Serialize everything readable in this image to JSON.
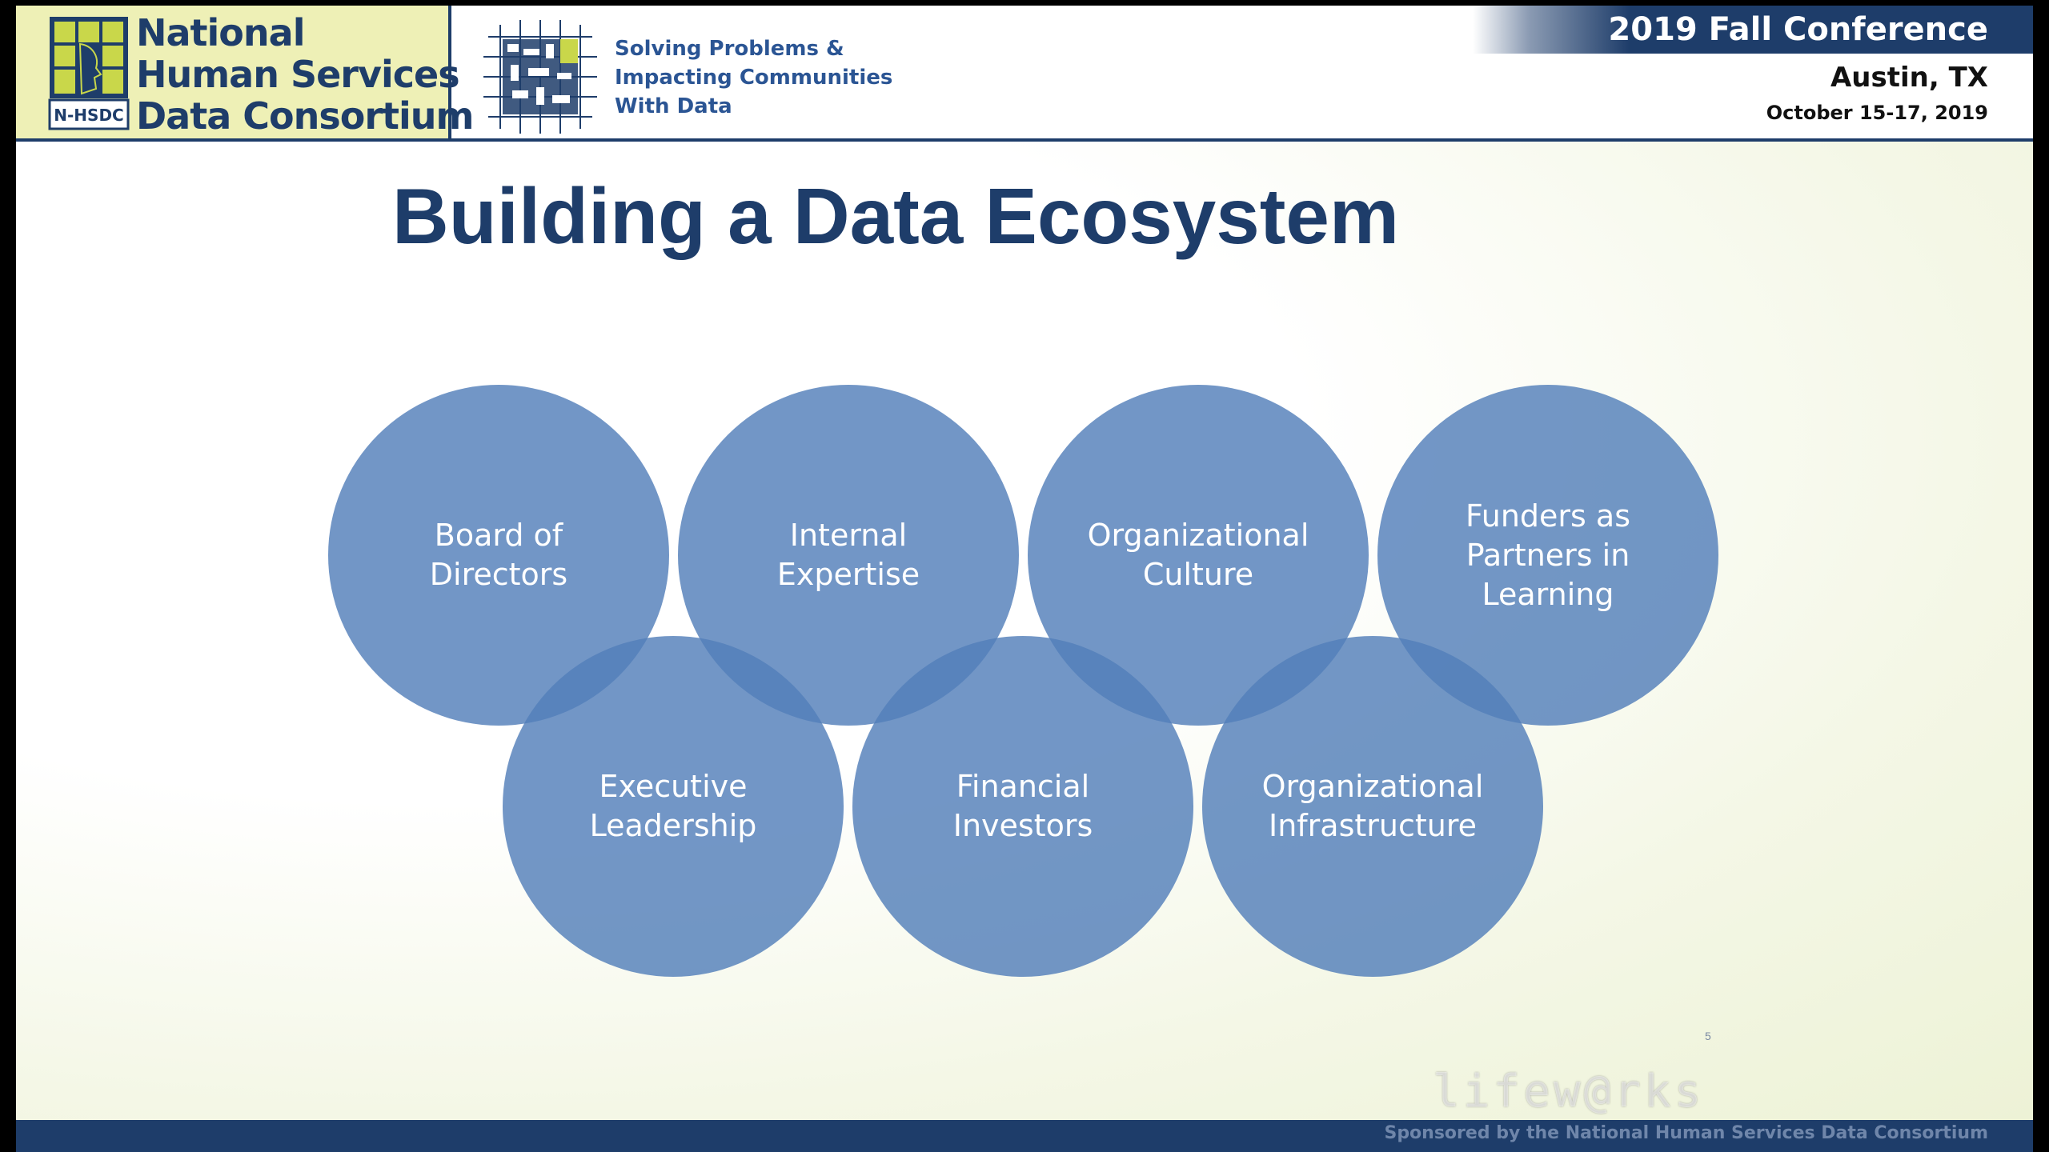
{
  "header": {
    "logo_lines": [
      "National",
      "Human Services",
      "Data Consortium"
    ],
    "logo_badge": "N-HSDC",
    "tagline_lines": [
      "Solving Problems &",
      "Impacting Communities",
      "With Data"
    ],
    "conference_title": "2019 Fall Conference",
    "conference_city": "Austin, TX",
    "conference_dates": "October 15-17, 2019"
  },
  "slide": {
    "title": "Building a Data Ecosystem",
    "circles": [
      {
        "label": "Board of Directors"
      },
      {
        "label": "Internal Expertise"
      },
      {
        "label": "Organizational Culture"
      },
      {
        "label": "Funders as Partners in Learning"
      },
      {
        "label": "Executive Leadership"
      },
      {
        "label": "Financial Investors"
      },
      {
        "label": "Organizational Infrastructure"
      }
    ],
    "slide_number": "5"
  },
  "footer": {
    "sponsor_text": "Sponsored by the National Human Services Data Consortium",
    "watermark": "lifew@rks"
  },
  "colors": {
    "navy": "#1e3d6a",
    "circle_blue": "#537fba",
    "logo_bg": "#eef0b6"
  }
}
